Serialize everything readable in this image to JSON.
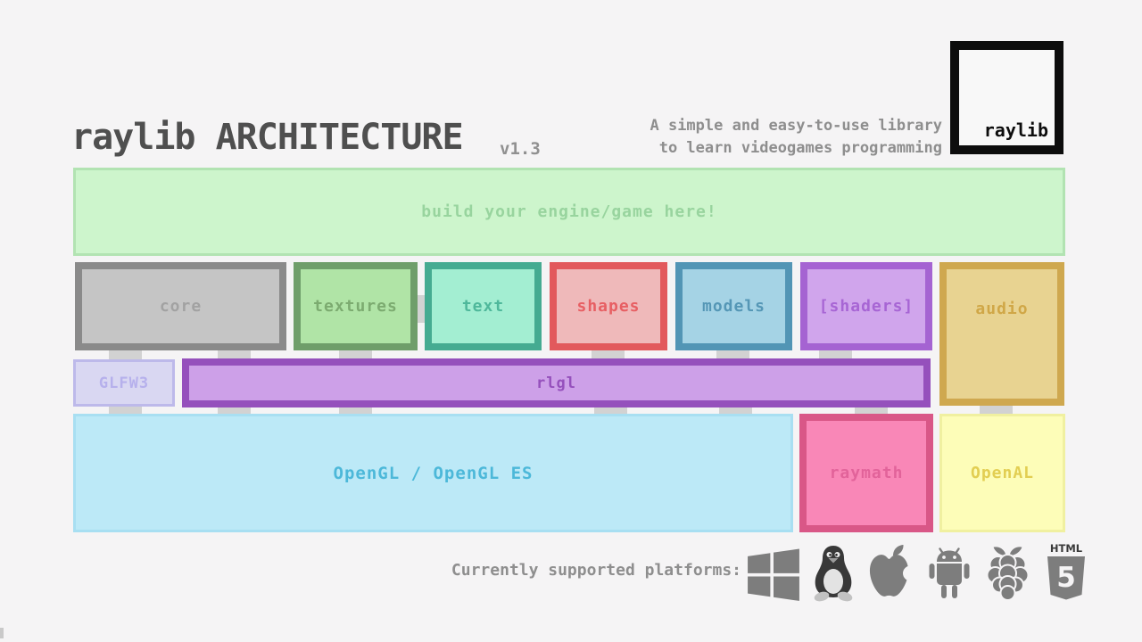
{
  "page": {
    "background": "#f5f4f5"
  },
  "header": {
    "title": "raylib ARCHITECTURE",
    "version": "v1.3",
    "tagline_line1": "A simple and easy-to-use library",
    "tagline_line2": "to learn videogames programming",
    "title_color": "#4f4f4f",
    "version_color": "#909090",
    "tagline_color": "#8e8e8e",
    "logo_label": "raylib",
    "logo_border": "#0d0d0d",
    "logo_text_color": "#0d0d0d"
  },
  "banner": {
    "label": "build your engine/game here!",
    "fill": "#cdf5cc",
    "border": "#b2e3b2",
    "text": "#98d49e"
  },
  "modules": [
    {
      "key": "core",
      "label": "core",
      "fill": "#c5c5c5",
      "border": "#8a8a8a",
      "text": "#a2a2a2"
    },
    {
      "key": "textures",
      "label": "textures",
      "fill": "#b0e4a6",
      "border": "#6f9e6a",
      "text": "#7cab70"
    },
    {
      "key": "text",
      "label": "text",
      "fill": "#a3eed2",
      "border": "#45ab91",
      "text": "#4fb89b"
    },
    {
      "key": "shapes",
      "label": "shapes",
      "fill": "#efb9ba",
      "border": "#e2595c",
      "text": "#e75f63"
    },
    {
      "key": "models",
      "label": "models",
      "fill": "#a5d3e5",
      "border": "#5295b5",
      "text": "#5597b6"
    },
    {
      "key": "shaders",
      "label": "[shaders]",
      "fill": "#d0a5ec",
      "border": "#a563d2",
      "text": "#a765d4"
    },
    {
      "key": "audio",
      "label": "audio",
      "fill": "#e8d391",
      "border": "#cfa84f",
      "text": "#d0a747"
    }
  ],
  "middleware": {
    "glfw3": {
      "label": "GLFW3",
      "fill": "#d9d7f2",
      "border": "#bdb9ea",
      "text": "#b6b0ec"
    },
    "rlgl": {
      "label": "rlgl",
      "fill": "#cda0e8",
      "border": "#9550bc",
      "text": "#9550bc"
    }
  },
  "backend": {
    "opengl": {
      "label": "OpenGL / OpenGL ES",
      "fill": "#bce9f7",
      "border": "#a8dff2",
      "text": "#4cb8d9"
    },
    "raymath": {
      "label": "raymath",
      "fill": "#f987b7",
      "border": "#d95787",
      "text": "#e2639a"
    },
    "openal": {
      "label": "OpenAL",
      "fill": "#fdfdb8",
      "border": "#f0f0a0",
      "text": "#e2ce52"
    }
  },
  "colors": {
    "connector": "#d2d2d2",
    "icon": "#7d7d7d",
    "tux_body": "#383838"
  },
  "footer": {
    "platforms_label": "Currently supported platforms:",
    "platforms_label_color": "#8e8e8e",
    "platforms": [
      "windows",
      "linux",
      "apple",
      "android",
      "raspberry-pi",
      "html5"
    ],
    "html5_top": "HTML",
    "html5_number": "5"
  }
}
